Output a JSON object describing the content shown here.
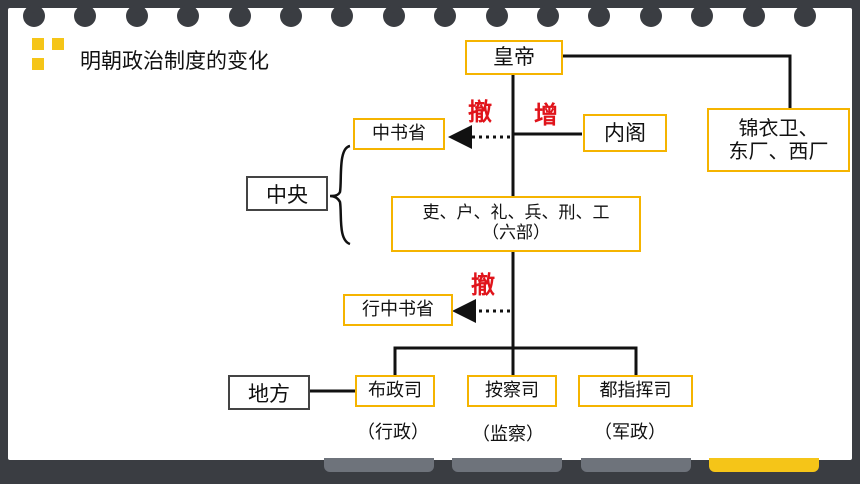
{
  "title": "明朝政治制度的变化",
  "nodes": {
    "emperor": "皇帝",
    "zhongshusheng": "中书省",
    "neige": "内阁",
    "jinyiwei_l1": "锦衣卫、",
    "jinyiwei_l2": "东厂、西厂",
    "liubu_l1": "吏、户、礼、兵、刑、工",
    "liubu_l2": "（六部）",
    "xingzhongshusheng": "行中书省",
    "buzhengsi": "布政司",
    "anchasi": "按察司",
    "duzhihuisi": "都指挥司"
  },
  "labels": {
    "central": "中央",
    "local": "地方",
    "remove1": "撤",
    "add": "增",
    "remove2": "撤",
    "sub_bzs": "（行政）",
    "sub_acs": "（监察）",
    "sub_dzhs": "（军政）"
  },
  "colors": {
    "background": "#3a3d42",
    "accent": "#f5c518",
    "box_border": "#f5b400",
    "red": "#e0141b"
  }
}
